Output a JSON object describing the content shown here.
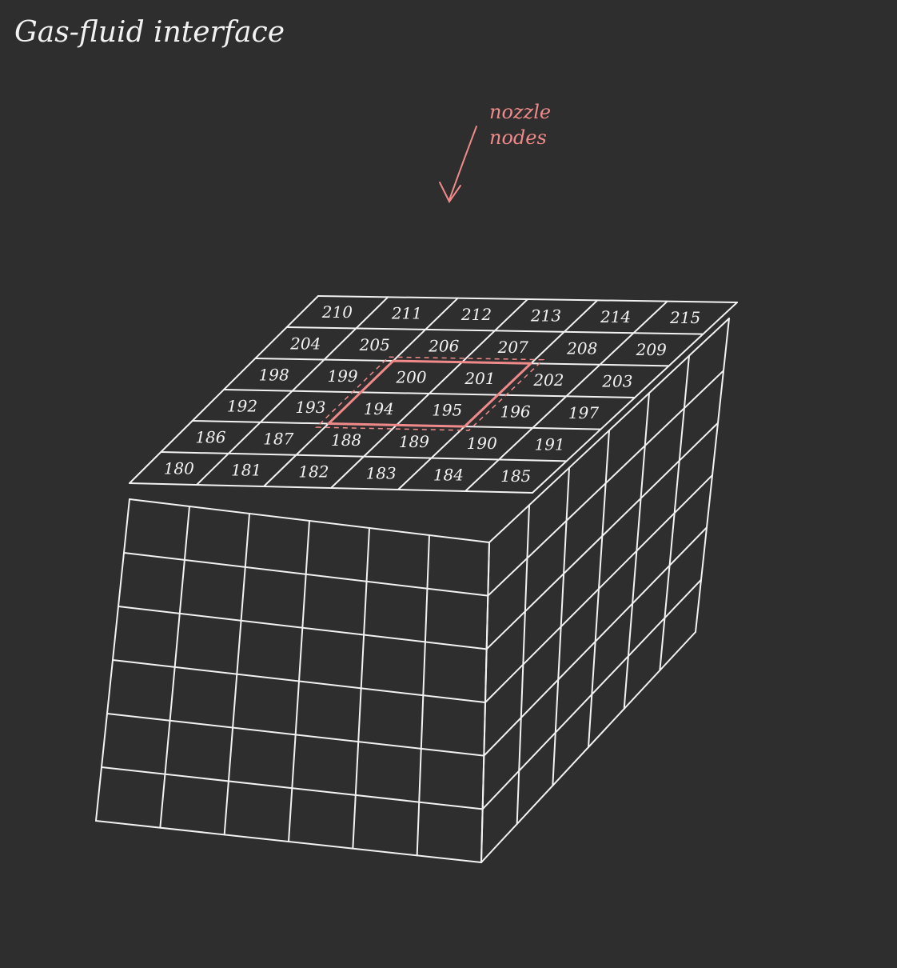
{
  "title": "Gas-fluid interface",
  "annotation": {
    "line1": "nozzle",
    "line2": "nodes"
  },
  "colors": {
    "background": "#2e2e2e",
    "ink": "#f2f2f2",
    "highlight": "#f08a8a"
  },
  "top_face": {
    "columns": 6,
    "rows": 6,
    "node_labels": [
      [
        "180",
        "181",
        "182",
        "183",
        "184",
        "185"
      ],
      [
        "186",
        "187",
        "188",
        "189",
        "190",
        "191"
      ],
      [
        "192",
        "193",
        "194",
        "195",
        "196",
        "197"
      ],
      [
        "198",
        "199",
        "200",
        "201",
        "202",
        "203"
      ],
      [
        "204",
        "205",
        "206",
        "207",
        "208",
        "209"
      ],
      [
        "210",
        "211",
        "212",
        "213",
        "214",
        "215"
      ]
    ],
    "nozzle_nodes": [
      "194",
      "195",
      "200",
      "201"
    ]
  },
  "front_face": {
    "columns": 6,
    "rows": 6
  },
  "side_face": {
    "columns": 6,
    "rows": 6
  }
}
